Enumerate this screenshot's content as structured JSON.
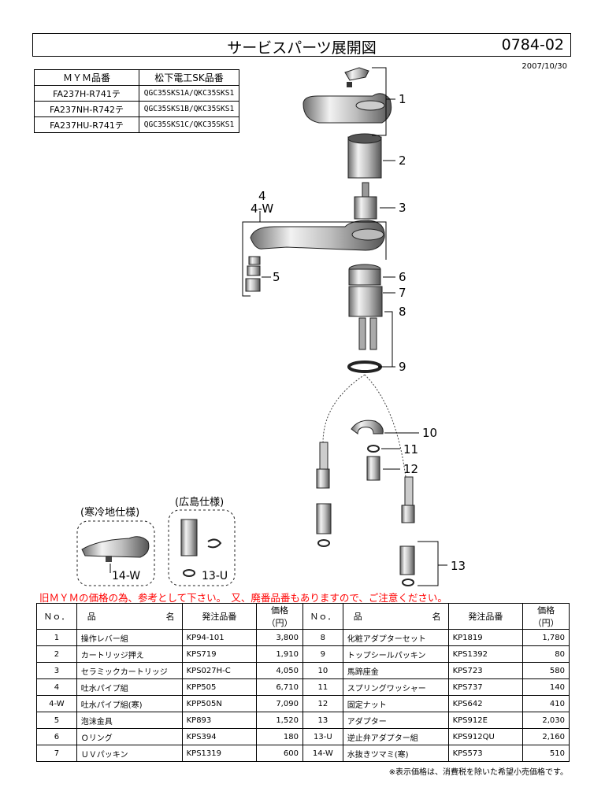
{
  "header": {
    "title": "サービスパーツ展開図",
    "doc_number": "0784-02",
    "date": "2007/10/30"
  },
  "model_table": {
    "headers": [
      "ＭＹＭ品番",
      "松下電工SK品番"
    ],
    "rows": [
      [
        "FA237H-R741テ",
        "QGC35SKS1A/QKC35SKS1"
      ],
      [
        "FA237NH-R742テ",
        "QGC35SKS1B/QKC35SKS1"
      ],
      [
        "FA237HU-R741テ",
        "QGC35SKS1C/QKC35SKS1"
      ]
    ]
  },
  "diagram": {
    "callouts": {
      "c1": "1",
      "c2": "2",
      "c3": "3",
      "c4": "4",
      "c4w": "4-W",
      "c5": "5",
      "c6": "6",
      "c7": "7",
      "c8": "8",
      "c9": "9",
      "c10": "10",
      "c11": "11",
      "c12": "12",
      "c13": "13",
      "c14w": "14-W",
      "c13u": "13-U"
    },
    "variant_cold": "(寒冷地仕様)",
    "variant_hiroshima": "(広島仕様)"
  },
  "notice": "旧ＭＹＭの価格の為、参考として下さい。　又、廃番品番もありますので、ご注意ください。",
  "parts_table": {
    "headers": {
      "no": "Ｎｏ．",
      "name_left": "品",
      "name_right": "名",
      "code": "発注品番",
      "price": "価格（円）"
    },
    "rows": [
      {
        "no": "1",
        "name": "操作レバー組",
        "code": "KP94-101",
        "price": "3,800",
        "no2": "8",
        "name2": "化粧アダプターセット",
        "code2": "KP1819",
        "price2": "1,780"
      },
      {
        "no": "2",
        "name": "カートリッジ押え",
        "code": "KPS719",
        "price": "1,910",
        "no2": "9",
        "name2": "トップシールパッキン",
        "code2": "KPS1392",
        "price2": "80"
      },
      {
        "no": "3",
        "name": "セラミックカートリッジ",
        "code": "KPS027H-C",
        "price": "4,050",
        "no2": "10",
        "name2": "馬蹄座金",
        "code2": "KPS723",
        "price2": "580"
      },
      {
        "no": "4",
        "name": "吐水パイプ組",
        "code": "KPP505",
        "price": "6,710",
        "no2": "11",
        "name2": "スプリングワッシャー",
        "code2": "KPS737",
        "price2": "140"
      },
      {
        "no": "4-W",
        "name": "吐水パイプ組(寒)",
        "code": "KPP505N",
        "price": "7,090",
        "no2": "12",
        "name2": "固定ナット",
        "code2": "KPS642",
        "price2": "410"
      },
      {
        "no": "5",
        "name": "泡沫金具",
        "code": "KP893",
        "price": "1,520",
        "no2": "13",
        "name2": "アダプター",
        "code2": "KPS912E",
        "price2": "2,030"
      },
      {
        "no": "6",
        "name": "Ｏリング",
        "code": "KPS394",
        "price": "180",
        "no2": "13-U",
        "name2": "逆止弁アダプター組",
        "code2": "KPS912QU",
        "price2": "2,160"
      },
      {
        "no": "7",
        "name": "ＵＶパッキン",
        "code": "KPS1319",
        "price": "600",
        "no2": "14-W",
        "name2": "水抜きツマミ(寒)",
        "code2": "KPS573",
        "price2": "510"
      }
    ]
  },
  "footnote": "※表示価格は、消費税を除いた希望小売価格です。",
  "colors": {
    "notice_red": "#ff0000",
    "ink": "#000000"
  }
}
